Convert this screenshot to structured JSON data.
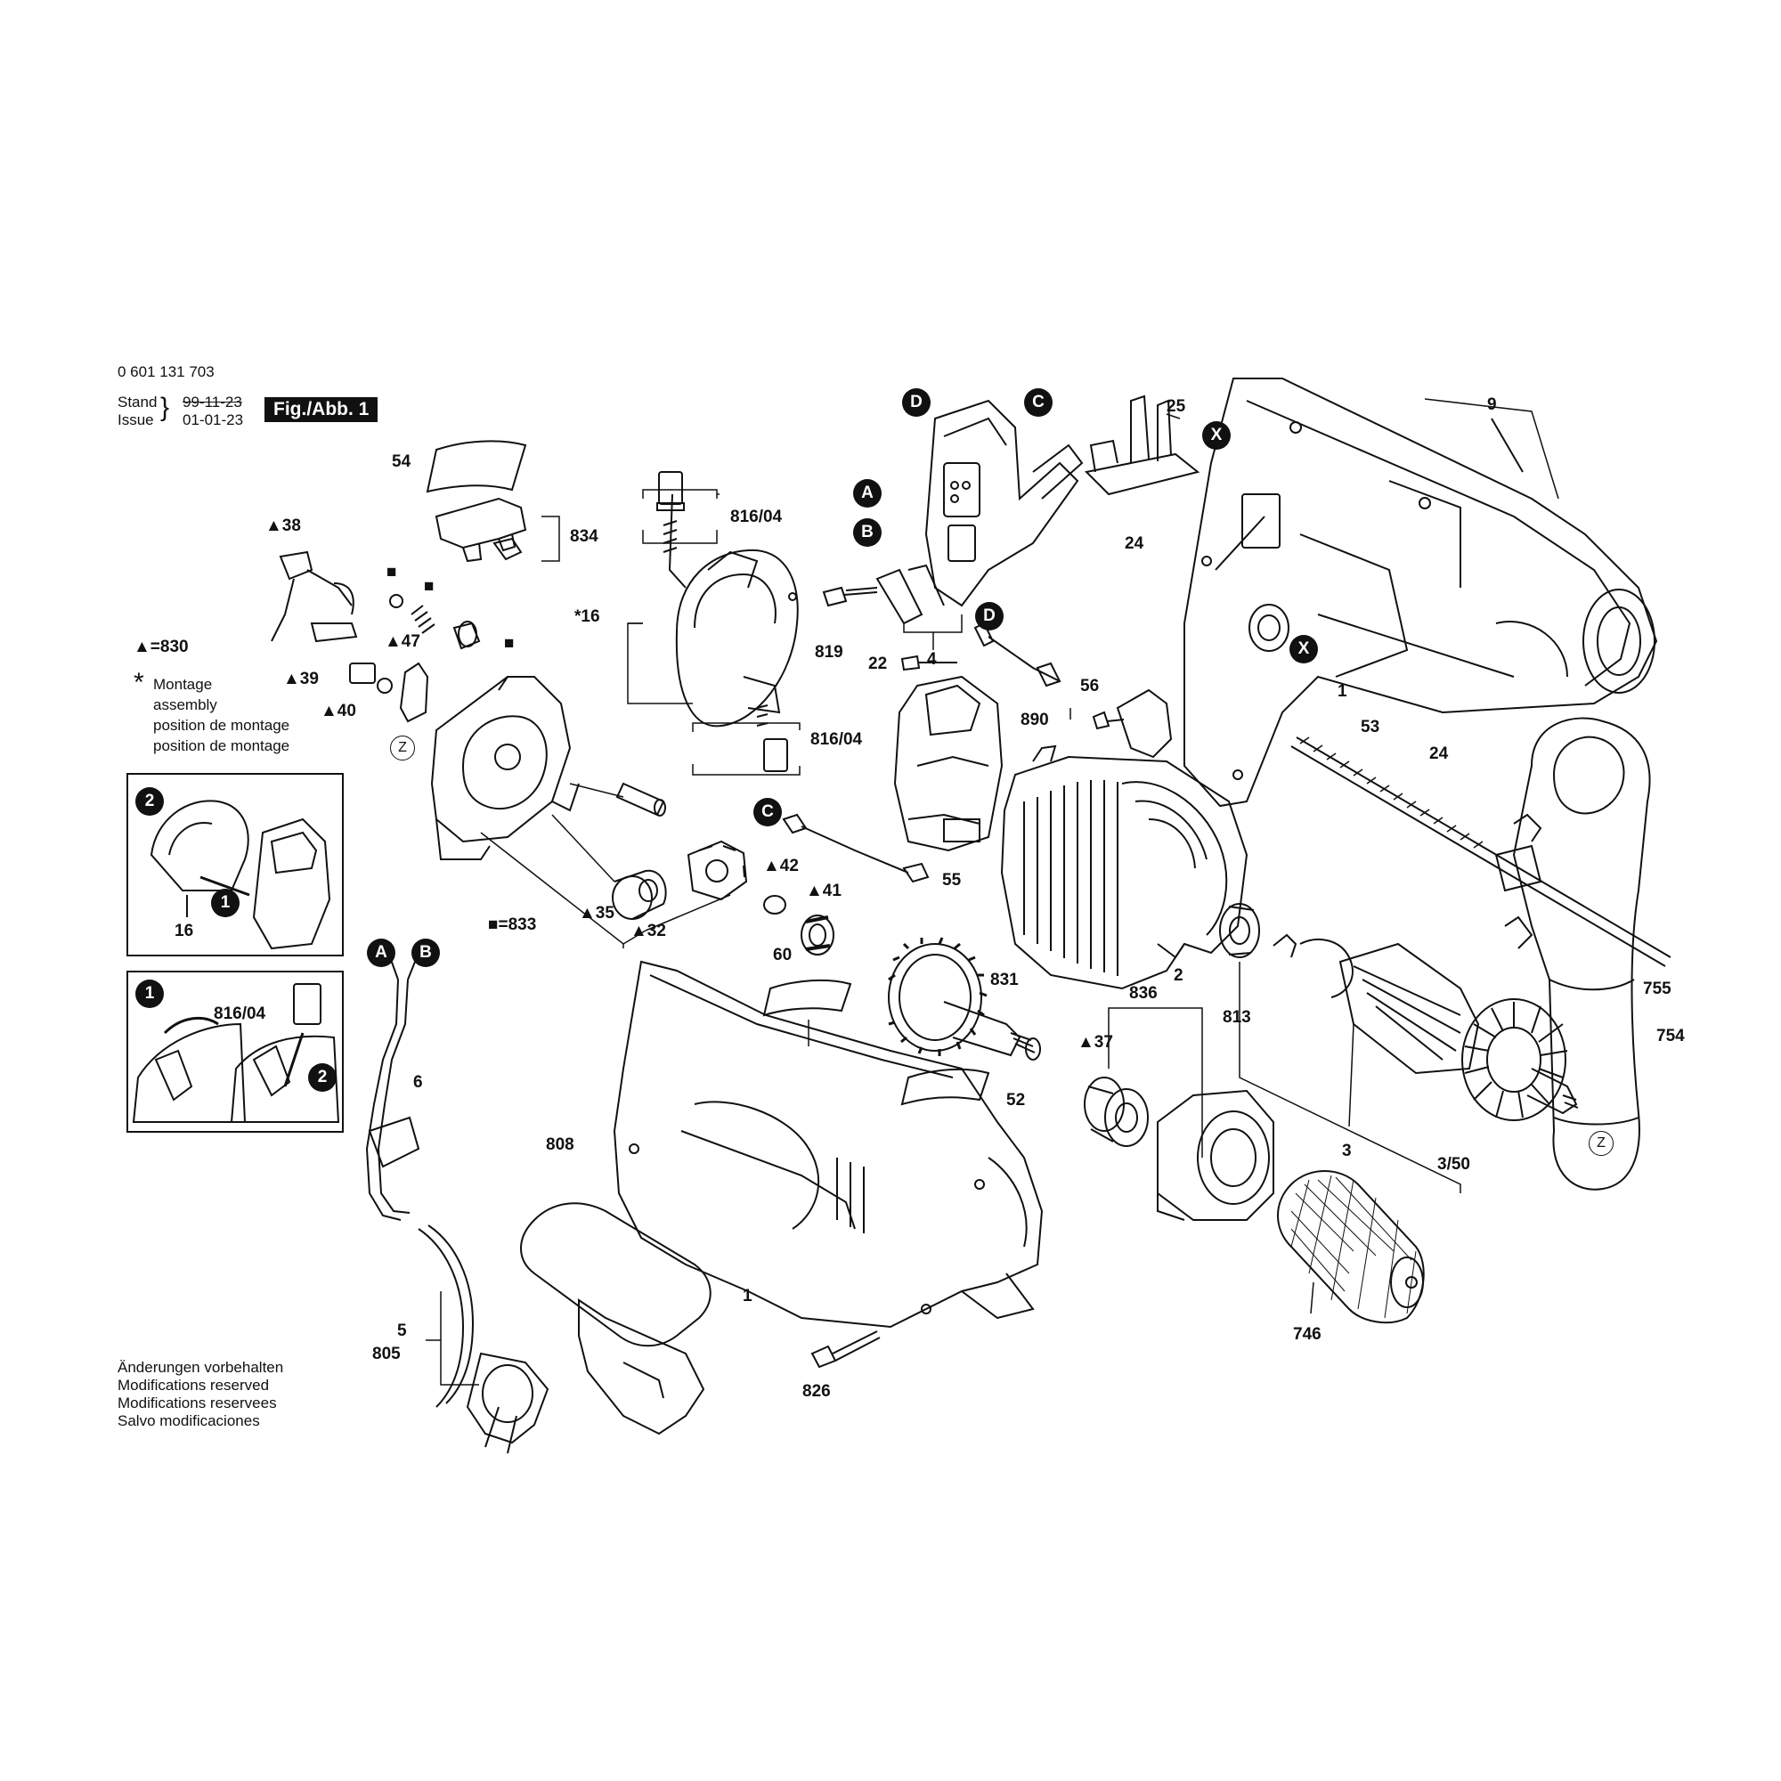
{
  "header": {
    "part_number": "0 601 131 703",
    "stand_label": "Stand",
    "stand_date": "99-11-23",
    "issue_label": "Issue",
    "issue_date": "01-01-23",
    "figure_label": "Fig./Abb. 1"
  },
  "legend": {
    "triangle_ref": "▲=830",
    "star_symbol": "*",
    "montage_lines": [
      "Montage",
      "assembly",
      "position de montage",
      "position de montage"
    ]
  },
  "footer": {
    "lines": [
      "Änderungen vorbehalten",
      "Modifications reserved",
      "Modifications reservees",
      "Salvo modificaciones"
    ]
  },
  "badges": {
    "A": "A",
    "B": "B",
    "C": "C",
    "D": "D",
    "X": "X",
    "one": "1",
    "two": "2"
  },
  "z_marker": "Z",
  "parts": {
    "p54": "54",
    "p834": "834",
    "p38": "▲38",
    "p47": "▲47",
    "p39": "▲39",
    "p40": "▲40",
    "p816_top": "816/04",
    "p816_mid": "816/04",
    "p816_inset": "816/04",
    "p16": "16",
    "p16_star": "*16",
    "p819": "819",
    "p4": "4",
    "p22": "22",
    "p56": "56",
    "p890": "890",
    "p55": "55",
    "p25": "25",
    "p9": "9",
    "p24_top": "24",
    "p24_bottom": "24",
    "p1_right": "1",
    "p53": "53",
    "p833": "■=833",
    "p35": "▲35",
    "p32": "▲32",
    "p42": "▲42",
    "p41": "▲41",
    "p60": "60",
    "p831": "831",
    "p52": "52",
    "p808": "808",
    "p1_housing": "1",
    "p826": "826",
    "p6": "6",
    "p5": "5",
    "p805": "805",
    "p2": "2",
    "p813": "813",
    "p836": "836",
    "p37": "▲37",
    "p3": "3",
    "p3_50": "3/50",
    "p746": "746",
    "p755": "755",
    "p754": "754",
    "square": "■"
  }
}
